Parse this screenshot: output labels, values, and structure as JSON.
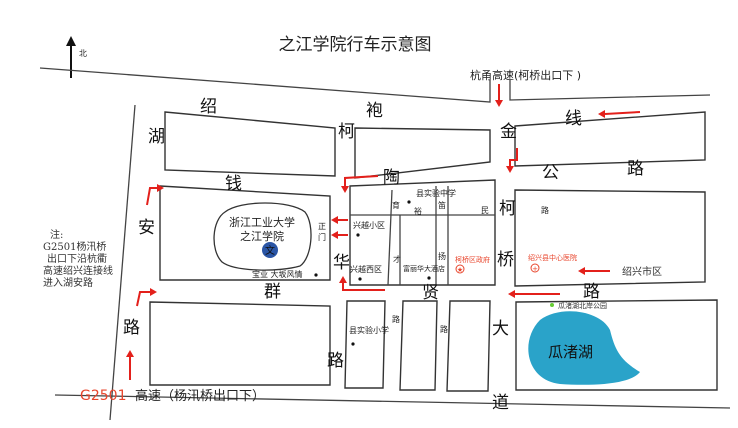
{
  "title": "之江学院行车示意图",
  "north_label": "北",
  "highway_top": "杭甬高速(柯桥出口下 )",
  "highway_bottom_code": "G2501",
  "highway_bottom_text": "高速（杨汛桥出口下）",
  "note": [
    "注:",
    "G2501杨汛桥",
    "出口下沿杭衢",
    "高速绍兴连接线",
    "进入湖安路"
  ],
  "campus": {
    "line1": "浙江工业大学",
    "line2": "之江学院",
    "icon_char": "文",
    "gate": [
      "正",
      "门"
    ]
  },
  "road_chars": {
    "shao": "绍",
    "xian": "线",
    "hu": "湖",
    "an": "安",
    "lu_left": "路",
    "qian": "钱",
    "qun": "群",
    "ke1": "柯",
    "pao": "袍",
    "jin": "金",
    "tao": "陶",
    "gong": "公",
    "lu_gong": "路",
    "ke2": "柯",
    "qiao": "桥",
    "hua": "华",
    "lu_hua": "路",
    "xian2": "贤",
    "lu_xian": "路",
    "da": "大",
    "dao": "道"
  },
  "small_roads": {
    "yu": "育",
    "cai": "才",
    "yu2": "裕",
    "yang": "扬",
    "min": "民",
    "di": "笛",
    "lu1": "路",
    "lu2": "路",
    "lu3": "路"
  },
  "pois": {
    "county_middle_school": "县实验中学",
    "xingyue_xiaoqu": "兴越小区",
    "xingyue_xiqu": "兴越西区",
    "fulihua_hotel": "富丽华大酒店",
    "keqiao_gov": "柯桥区政府",
    "shaoxing_hospital": "绍兴县中心医院",
    "baoye": "宝业 大坂风情",
    "county_primary_school": "县实验小学",
    "guazhu_park": "瓜渚湖北岸公园",
    "lake": "瓜渚湖",
    "shaoxing_city": "绍兴市区"
  },
  "colors": {
    "arrow": "#e3201b",
    "lake": "#2aa3c9",
    "campus_icon": "#2a55a5",
    "poi_red": "#e8452c"
  }
}
